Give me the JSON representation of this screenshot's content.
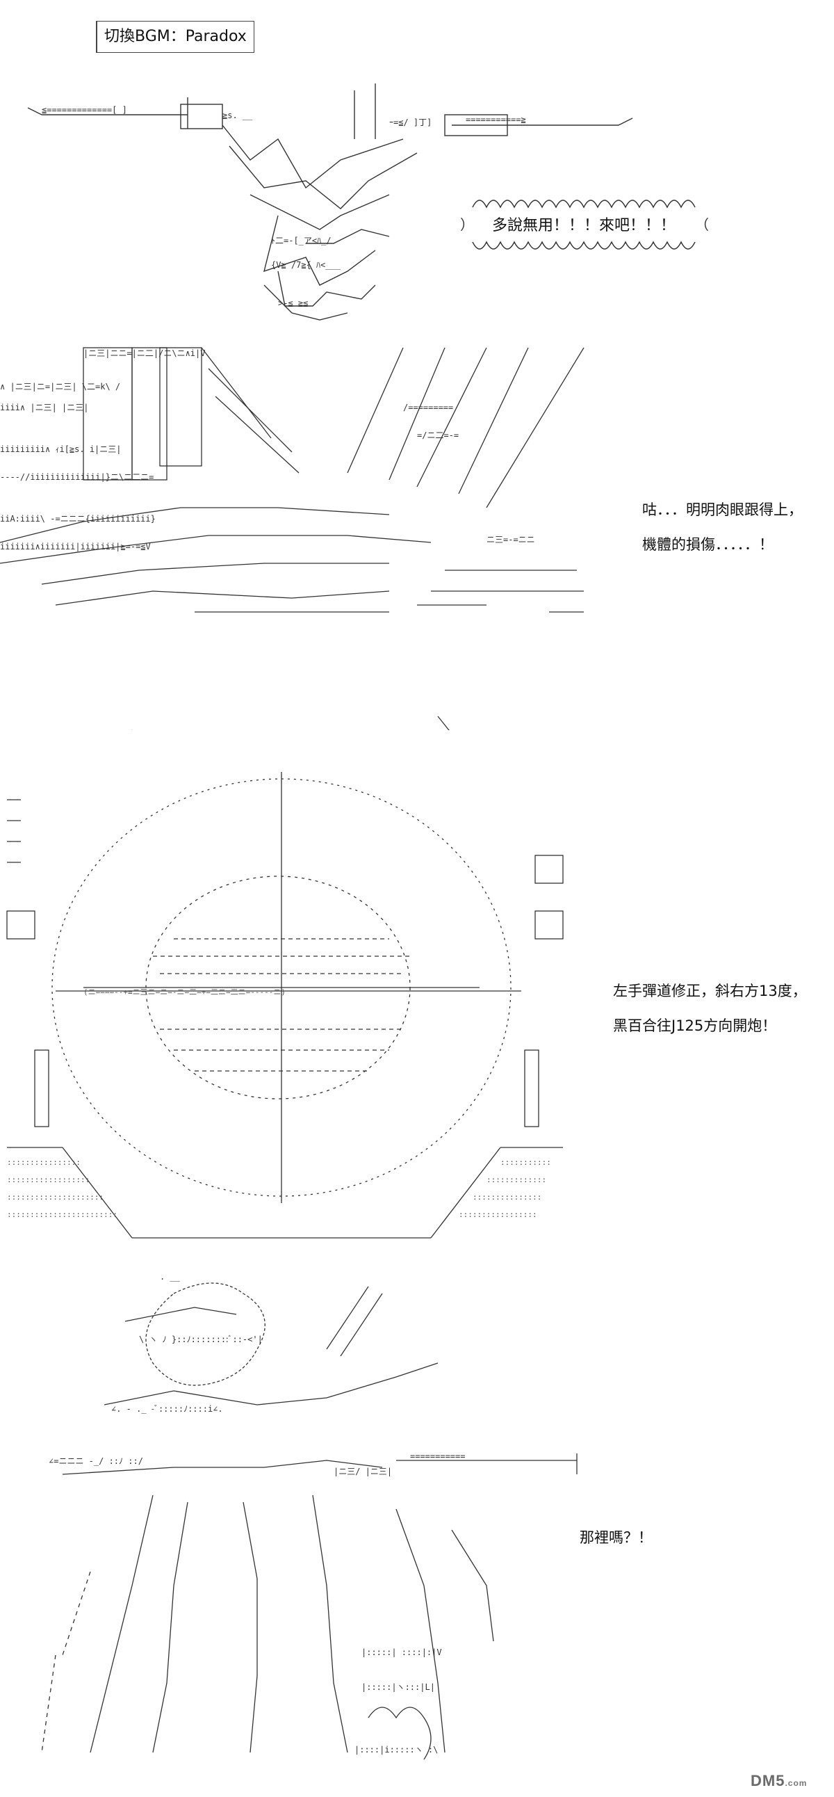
{
  "header": {
    "bgm_label": "切換BGM：Paradox"
  },
  "panel1": {
    "speech": "多說無用！！！來吧！！！"
  },
  "panel2": {
    "caption_line1": "咕．．．明明肉眼跟得上，",
    "caption_line2": "機體的損傷．．．．．！"
  },
  "panel3": {
    "caption_line1": "左手彈道修正，斜右方13度，",
    "caption_line2": "黑百合往J125方向開炮！"
  },
  "panel4": {
    "caption": "那裡嗎？！"
  },
  "watermark": {
    "text": "DM5",
    "suffix": ".com"
  },
  "icons": [
    "ascii-art-mecha",
    "speech-burst",
    "ascii-art-battle",
    "crosshair-scope",
    "ascii-art-pilot"
  ]
}
